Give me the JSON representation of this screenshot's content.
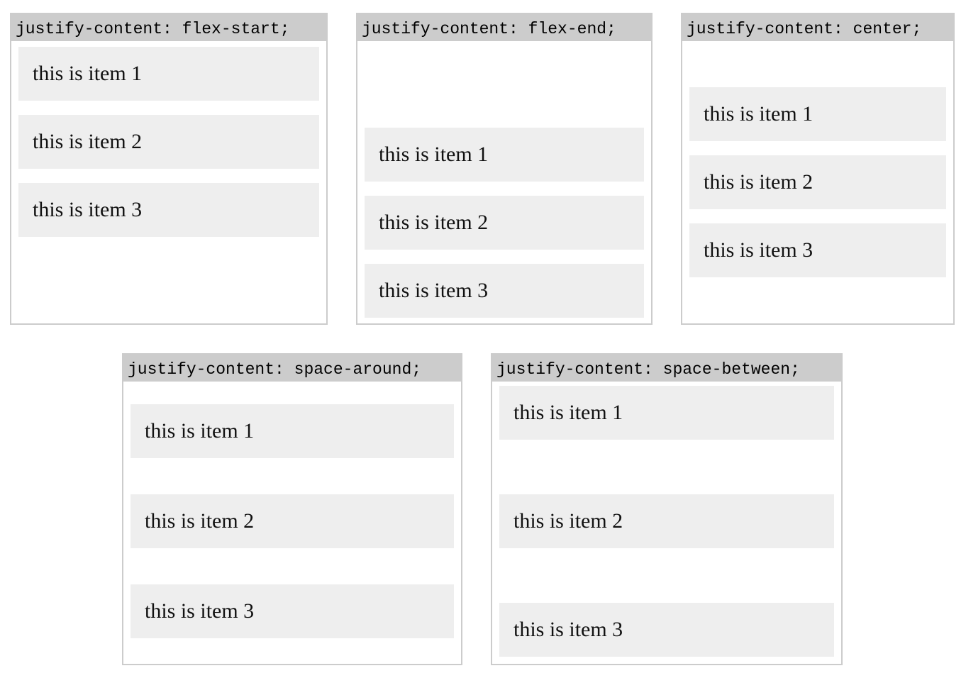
{
  "demos": [
    {
      "title": "justify-content: flex-start;",
      "items": [
        "this is item 1",
        "this is item 2",
        "this is item 3"
      ]
    },
    {
      "title": "justify-content: flex-end;",
      "items": [
        "this is item 1",
        "this is item 2",
        "this is item 3"
      ]
    },
    {
      "title": "justify-content: center;",
      "items": [
        "this is item 1",
        "this is item 2",
        "this is item 3"
      ]
    },
    {
      "title": "justify-content: space-around;",
      "items": [
        "this is item 1",
        "this is item 2",
        "this is item 3"
      ]
    },
    {
      "title": "justify-content: space-between;",
      "items": [
        "this is item 1",
        "this is item 2",
        "this is item 3"
      ]
    }
  ],
  "colors": {
    "header_bg": "#cccccc",
    "border": "#cccccc",
    "item_bg": "#eeeeee",
    "background": "#ffffff"
  }
}
